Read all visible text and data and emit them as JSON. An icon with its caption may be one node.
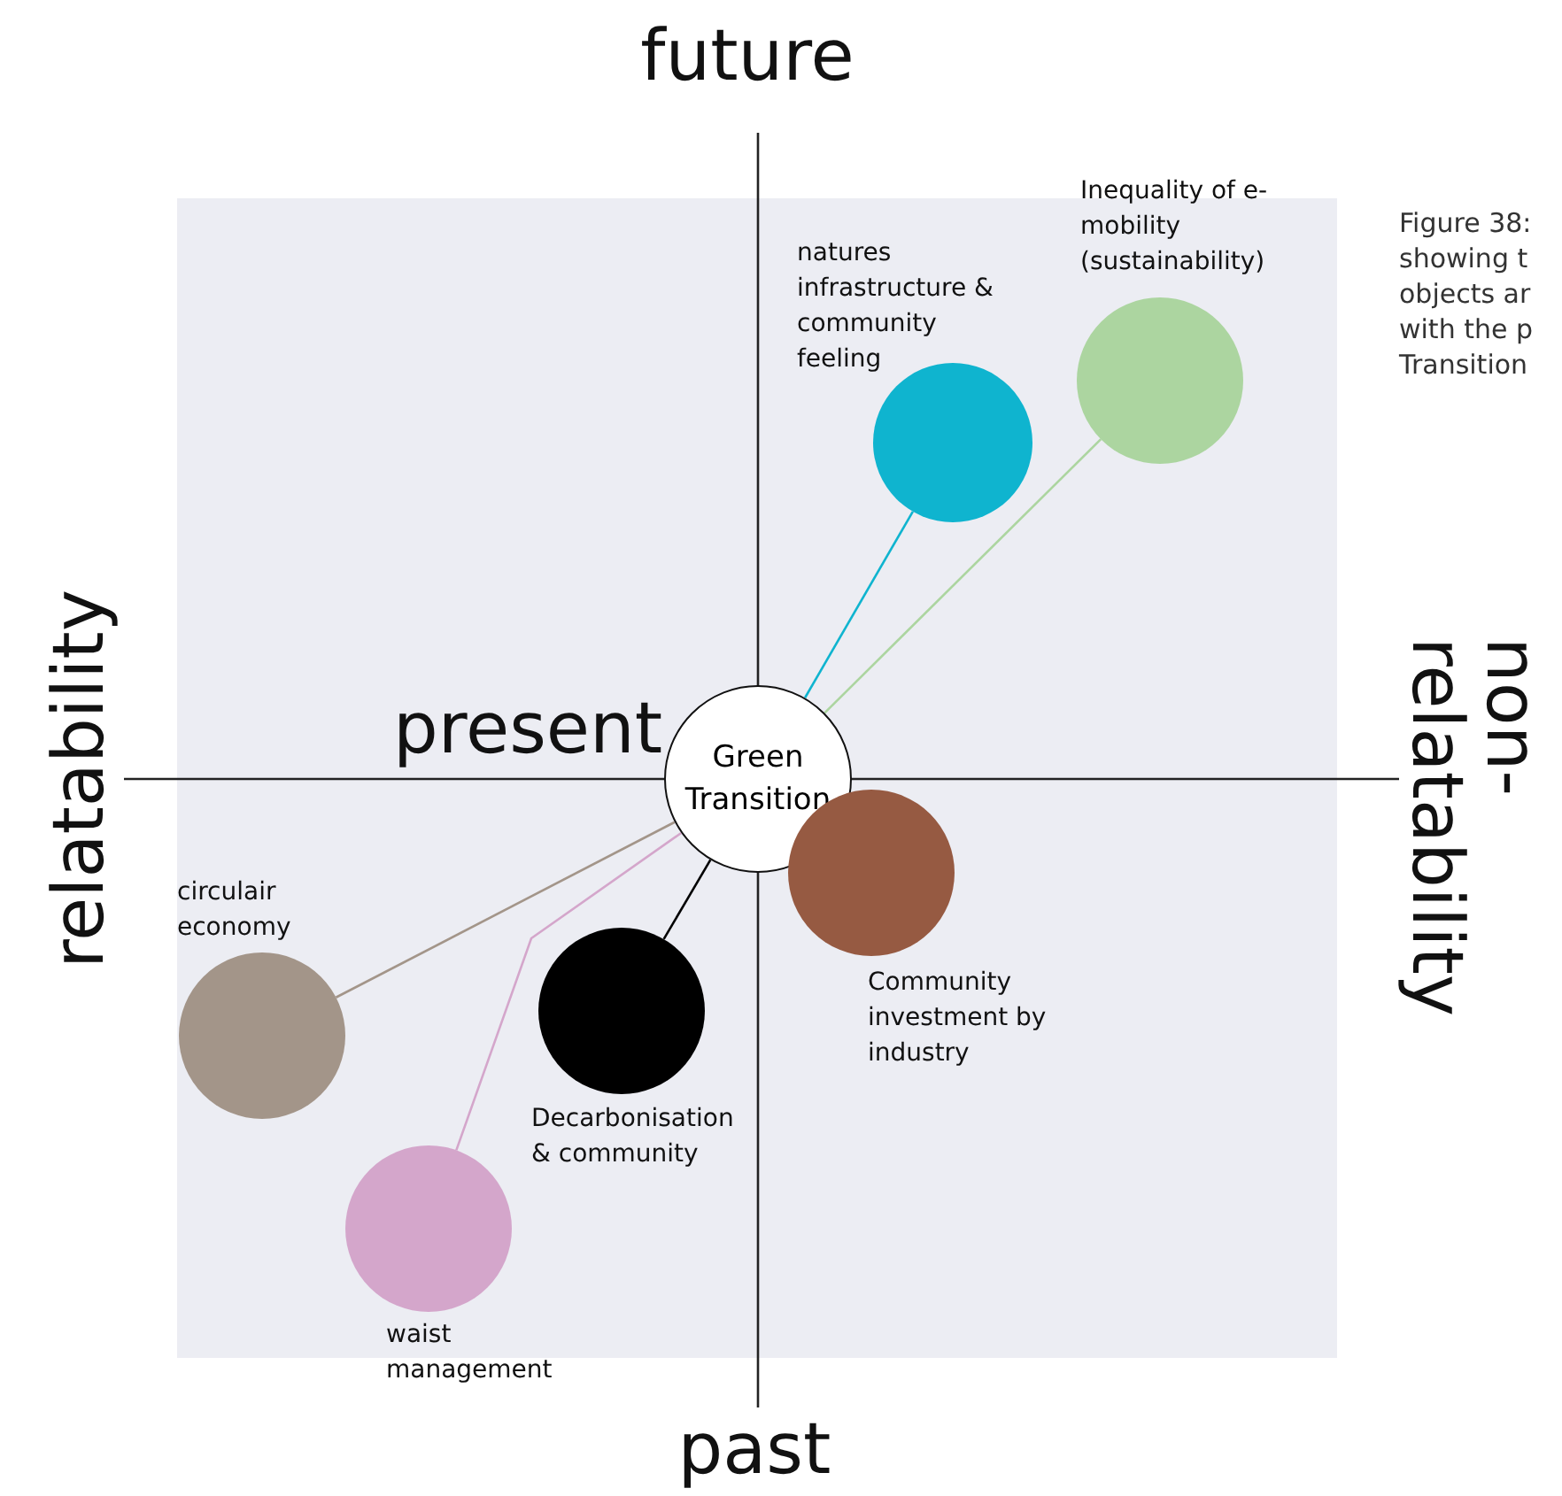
{
  "diagram": {
    "caption": "Figure 38: showing t objects ar with the p Transition",
    "nodes": [
      {
        "text": [],
        "shape": "circle",
        "beside": [
          "Inequality of e-mobility (sustainability)"
        ]
      },
      {
        "text": [],
        "shape": "circle",
        "beside": [
          "natures infrastructure & community feeling"
        ]
      },
      {
        "text": [
          "Green Transition"
        ]
      },
      {
        "text": [],
        "shape": "circle",
        "beside": [
          "Community investment by industry"
        ]
      },
      {
        "text": [],
        "shape": "circle",
        "beside": [
          "circulair economy"
        ]
      },
      {
        "text": [],
        "shape": "circle",
        "beside": [
          "Decarbonisation & community"
        ]
      },
      {
        "text": [],
        "shape": "circle",
        "beside": [
          "waist management"
        ]
      }
    ],
    "edges": [
      {
        "from": 2,
        "to": 1,
        "arrow": "none",
        "color": "#0fb4cf"
      },
      {
        "from": 2,
        "to": 0,
        "arrow": "none",
        "color": "#acd5a0"
      },
      {
        "from": 2,
        "to": 4,
        "arrow": "none",
        "color": "#a39589"
      },
      {
        "from": 2,
        "to": 5,
        "arrow": "none",
        "color": "#000000"
      },
      {
        "from": 2,
        "to": 6,
        "arrow": "none",
        "color": "#d4a6cb"
      }
    ],
    "labels": [
      "future",
      "relatability",
      "present",
      "non- relatability",
      "past"
    ]
  }
}
